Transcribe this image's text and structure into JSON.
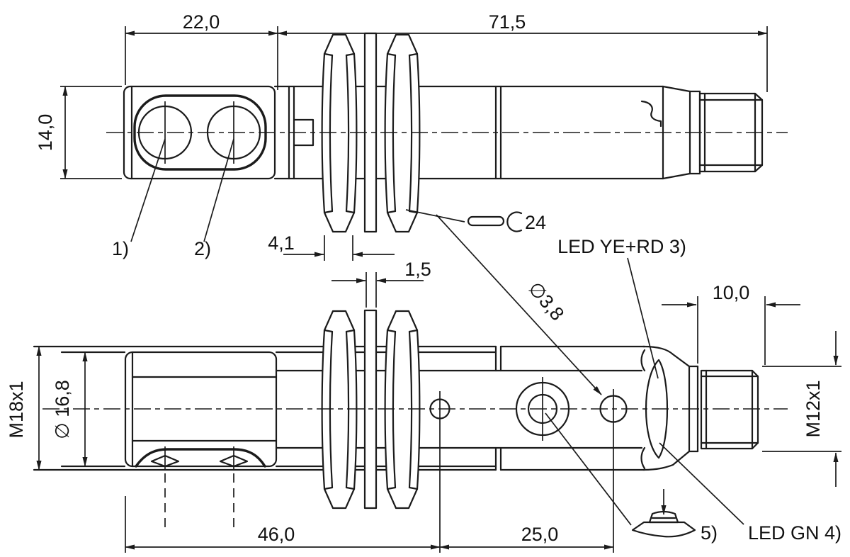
{
  "dimensions": {
    "head_length": "22,0",
    "body_length": "71,5",
    "head_height": "14,0",
    "nut_thickness": "4,1",
    "washer_thickness": "1,5",
    "wrench_size": "24",
    "connector_length": "10,0",
    "front_thread": "M18x1",
    "core_diameter": "∅ 16,8",
    "hole_diameter": "∅3,8",
    "connector_thread": "M12x1",
    "front_length": "46,0",
    "rear_length": "25,0"
  },
  "callouts": {
    "callout_1": "1)",
    "callout_2": "2)",
    "led_yellow_red": "LED YE+RD 3)",
    "led_green": "LED GN 4)",
    "potentiometer": "5)"
  }
}
